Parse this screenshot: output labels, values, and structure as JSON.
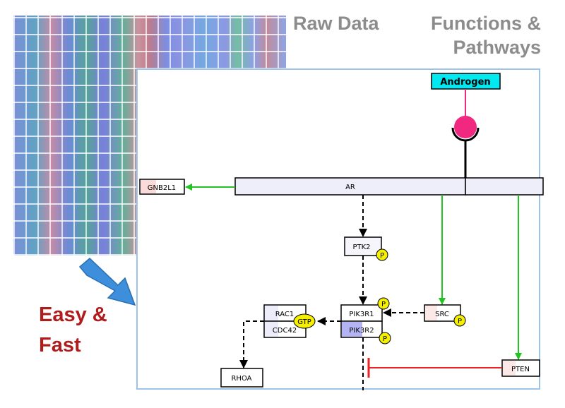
{
  "headers": {
    "raw_data": "Raw Data",
    "functions_line1": "Functions &",
    "functions_line2": "Pathways"
  },
  "tagline": {
    "line1": "Easy &",
    "line2": "Fast"
  },
  "pathway": {
    "ligand": "Androgen",
    "nodes": {
      "ar": "AR",
      "gnb2l1": "GNB2L1",
      "ptk2": "PTK2",
      "pik3r1": "PIK3R1",
      "pik3r2": "PIK3R2",
      "src": "SRC",
      "rac1": "RAC1",
      "cdc42": "CDC42",
      "rhoa": "RHOA",
      "pten": "PTEN"
    },
    "modifications": {
      "phospho": "P",
      "gtp": "GTP"
    }
  },
  "colors": {
    "activation": "#22c422",
    "inhibition": "#ee2222",
    "ligand_box": "#00e8f0",
    "receptor_ball": "#f0287f",
    "arrow_blue": "#3d8fdc",
    "tagline": "#b01c1c"
  }
}
